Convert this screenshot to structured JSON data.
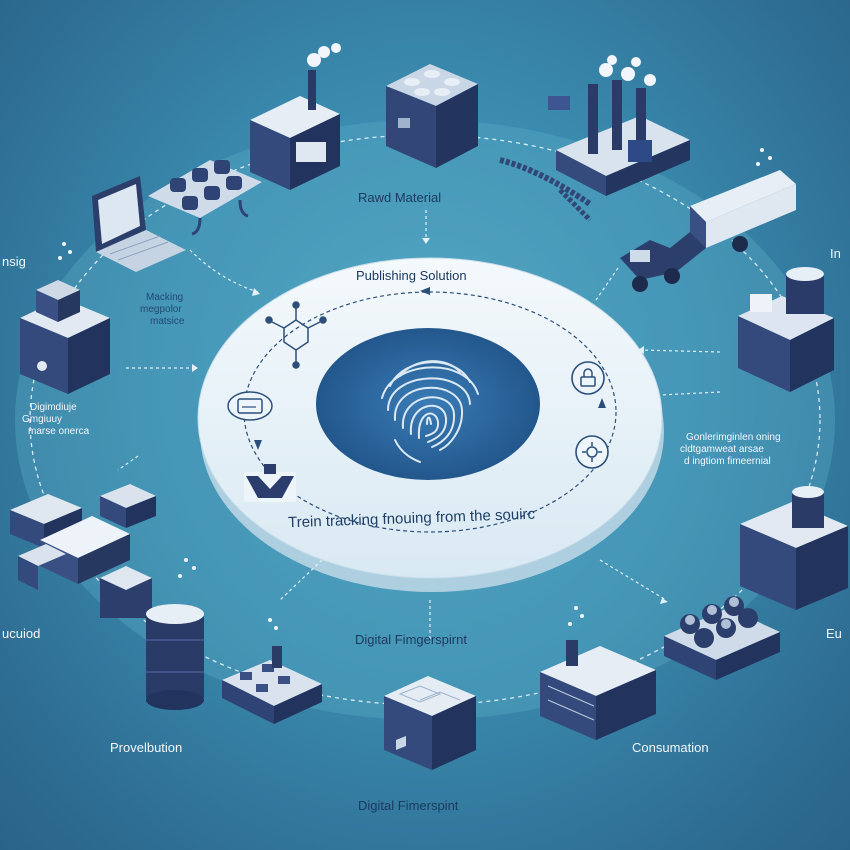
{
  "colors": {
    "bg_center": "#4fa3c0",
    "bg_edge": "#2a6389",
    "disc": "#eef6fb",
    "disc_core": "#2c6aa0",
    "navy": "#1f3f66",
    "slate": "#2c3d66"
  },
  "labels": {
    "raw_material": "Rawd Material",
    "publishing_solution": "Publishing Solution",
    "tracking": "Trein tracking fnouing from the souirc",
    "center_fingerprint": "Digital Fimgerspirnt",
    "bottom_fingerprint": "Digital Fimerspint",
    "provelbution": "Provelbution",
    "consumation": "Consumation",
    "left_top": "nsig",
    "right_top": "In",
    "left_bottom": "ucuiod",
    "right_bottom": "Eu",
    "marking_1": "Macking",
    "marking_2": "megpolor",
    "marking_3": "matsice",
    "digital_1": "Digimdiuje",
    "digital_2": "Gmgiuuy",
    "digital_3": "marse onerca",
    "right_1": "Gonlerimginlen oning",
    "right_2": "cldtgamweat arsae",
    "right_3": "d ingtiom fimeernial"
  },
  "icons": [
    "fingerprint-icon",
    "molecule-icon",
    "card-icon",
    "lock-icon",
    "gear-icon",
    "chevron-down-icon",
    "laptop-icon",
    "factory-icon",
    "truck-icon",
    "barrel-icon",
    "pallet-icon",
    "crate-icon",
    "server-icon"
  ]
}
